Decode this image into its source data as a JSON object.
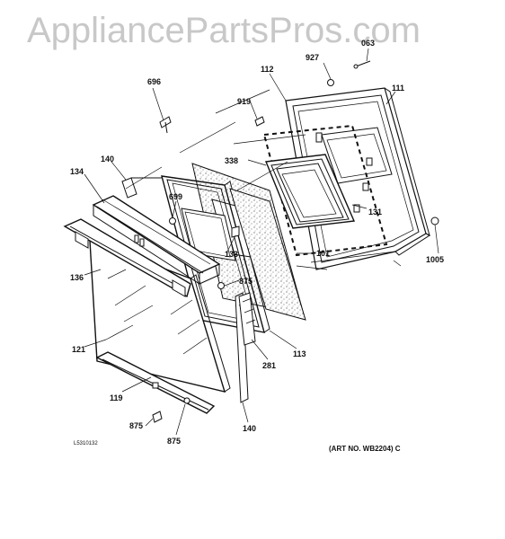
{
  "watermark": "AppliancePartsPros.com",
  "diagram_code": "L5310132",
  "art_number": "(ART NO. WB2204) C",
  "parts": {
    "p063": "063",
    "p927": "927",
    "p112": "112",
    "p111": "111",
    "p696": "696",
    "p919": "919",
    "p338": "338",
    "p140_top": "140",
    "p134": "134",
    "p699": "699",
    "p131": "131",
    "p101": "101",
    "p133": "133",
    "p1005": "1005",
    "p136": "136",
    "p875_mid": "875",
    "p113": "113",
    "p121": "121",
    "p281": "281",
    "p119": "119",
    "p875_bl": "875",
    "p875_bc": "875",
    "p140_bot": "140"
  }
}
